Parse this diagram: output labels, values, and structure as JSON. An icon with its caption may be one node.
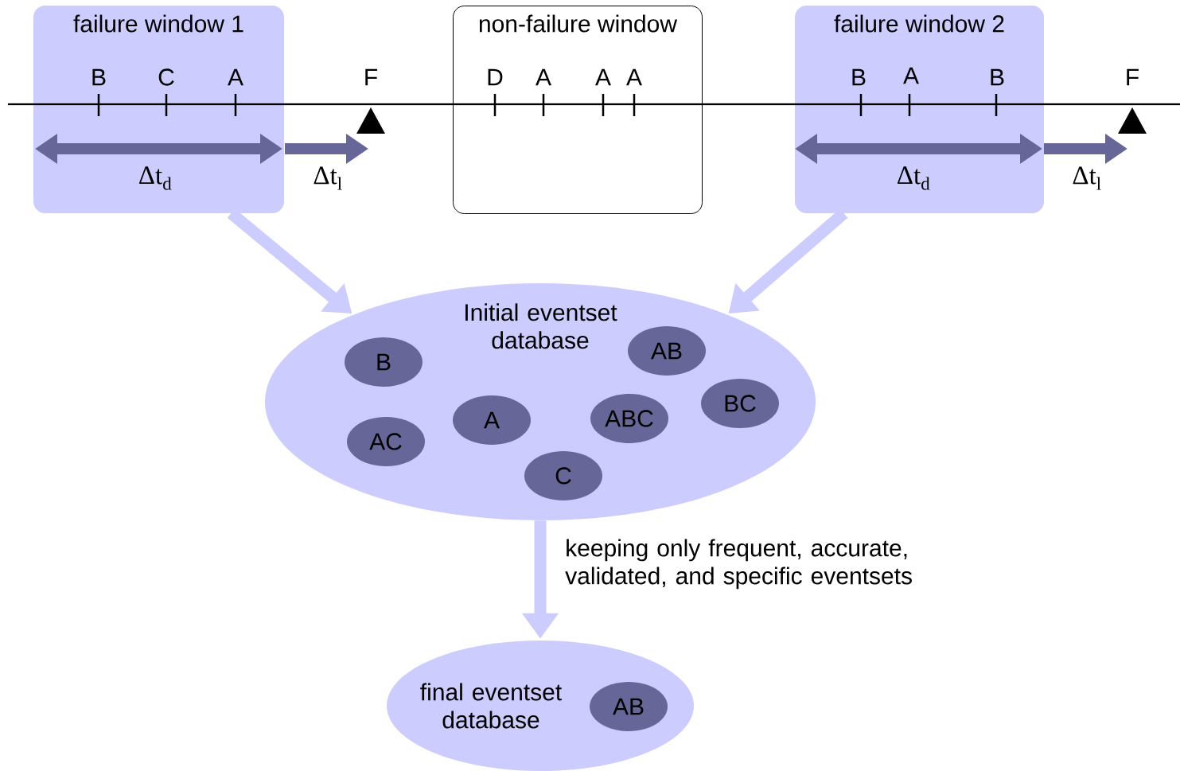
{
  "diagram": {
    "nodes": [
      {
        "text": [
          "failure window 1"
        ]
      },
      {
        "text": [
          "non-failure window"
        ]
      },
      {
        "text": [
          "failure window 2"
        ]
      },
      {
        "text": [
          "Initial eventset database"
        ]
      },
      {
        "text": [
          "B"
        ],
        "in": 3
      },
      {
        "text": [
          "AB"
        ],
        "in": 3
      },
      {
        "text": [
          "BC"
        ],
        "in": 3
      },
      {
        "text": [
          "A"
        ],
        "in": 3
      },
      {
        "text": [
          "ABC"
        ],
        "in": 3
      },
      {
        "text": [
          "AC"
        ],
        "in": 3
      },
      {
        "text": [
          "C"
        ],
        "in": 3
      },
      {
        "text": [
          "final eventset database"
        ]
      },
      {
        "text": [
          "AB"
        ],
        "in": 11
      }
    ],
    "edges": [
      {
        "from": 0,
        "to": 3,
        "arrow": "to"
      },
      {
        "from": 2,
        "to": 3,
        "arrow": "to"
      },
      {
        "from": 3,
        "to": 11,
        "arrow": "to",
        "label": "keeping only frequent, accurate, validated, and specific eventsets"
      }
    ],
    "labels": [
      "B",
      "C",
      "A",
      "F",
      "D",
      "A",
      "A",
      "A",
      "B",
      "A",
      "B",
      "F",
      "Δt$_{d}$",
      "Δt$_{l}$",
      "Δt$_{d}$",
      "Δt$_{l}$"
    ]
  }
}
